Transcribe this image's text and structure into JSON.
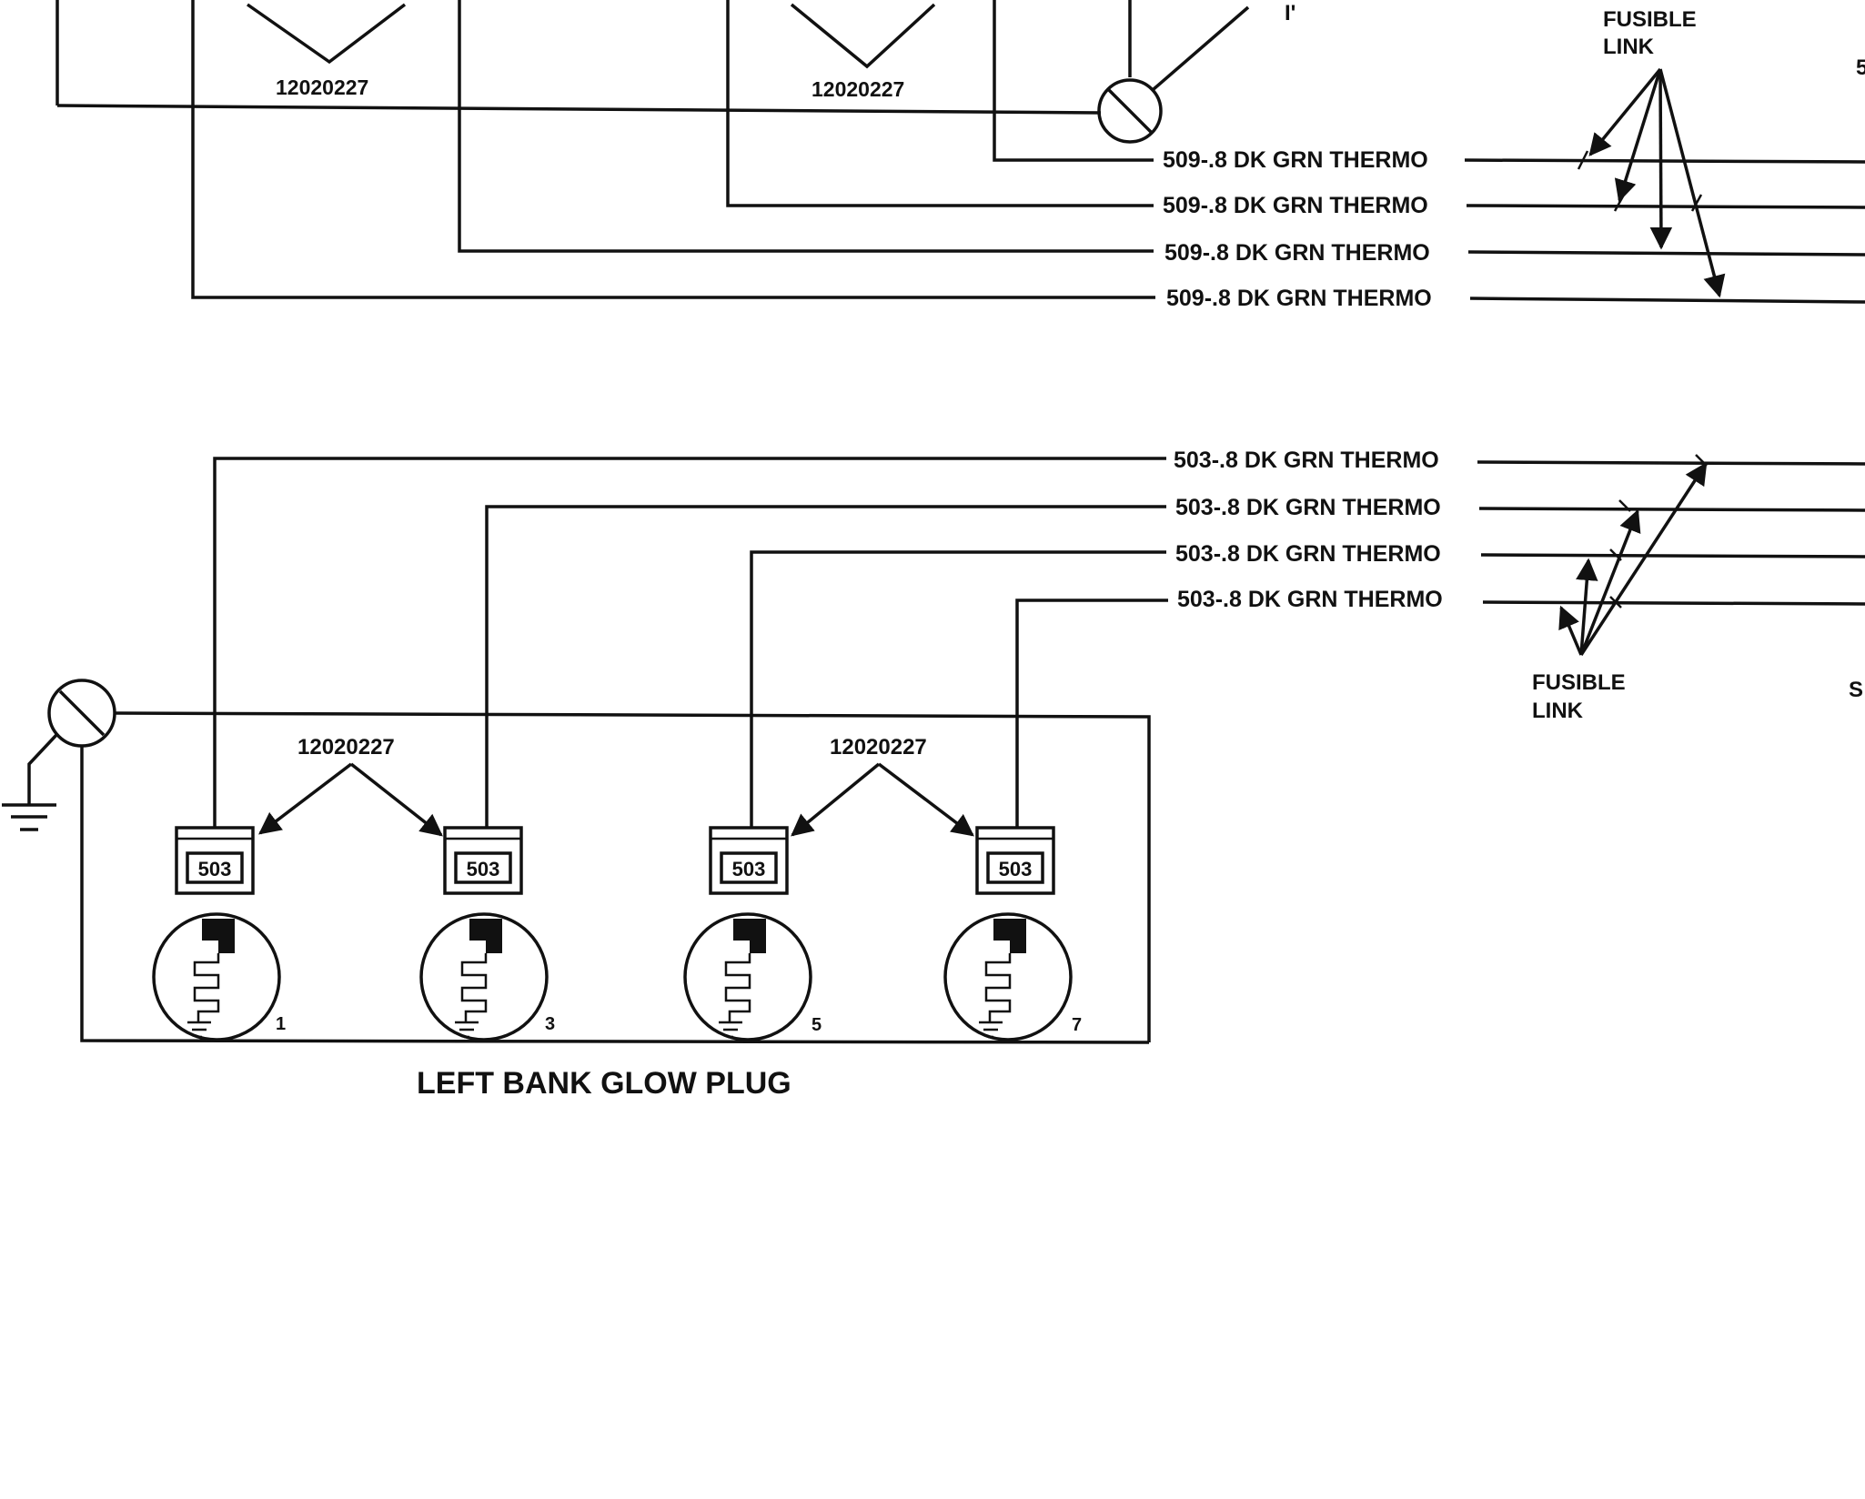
{
  "colors": {
    "ink": "#111111",
    "paper": "#ffffff"
  },
  "top_section": {
    "connector_part_left": "12020227",
    "connector_part_right": "12020227",
    "partial_label": "I'",
    "fusible_link_line1": "FUSIBLE",
    "fusible_link_line2": "LINK",
    "edge_char": "5",
    "wires": [
      {
        "label": "509-.8 DK GRN THERMO"
      },
      {
        "label": "509-.8 DK GRN THERMO"
      },
      {
        "label": "509-.8 DK GRN THERMO"
      },
      {
        "label": "509-.8 DK GRN THERMO"
      }
    ]
  },
  "bottom_section": {
    "wires": [
      {
        "label": "503-.8 DK GRN THERMO"
      },
      {
        "label": "503-.8 DK GRN THERMO"
      },
      {
        "label": "503-.8 DK GRN THERMO"
      },
      {
        "label": "503-.8 DK GRN THERMO"
      }
    ],
    "fusible_link_line1": "FUSIBLE",
    "fusible_link_line2": "LINK",
    "edge_char": "S",
    "connector_part_left": "12020227",
    "connector_part_right": "12020227",
    "connectors": [
      {
        "label": "503",
        "plug_number": "1"
      },
      {
        "label": "503",
        "plug_number": "3"
      },
      {
        "label": "503",
        "plug_number": "5"
      },
      {
        "label": "503",
        "plug_number": "7"
      }
    ],
    "title": "LEFT BANK GLOW PLUG"
  }
}
